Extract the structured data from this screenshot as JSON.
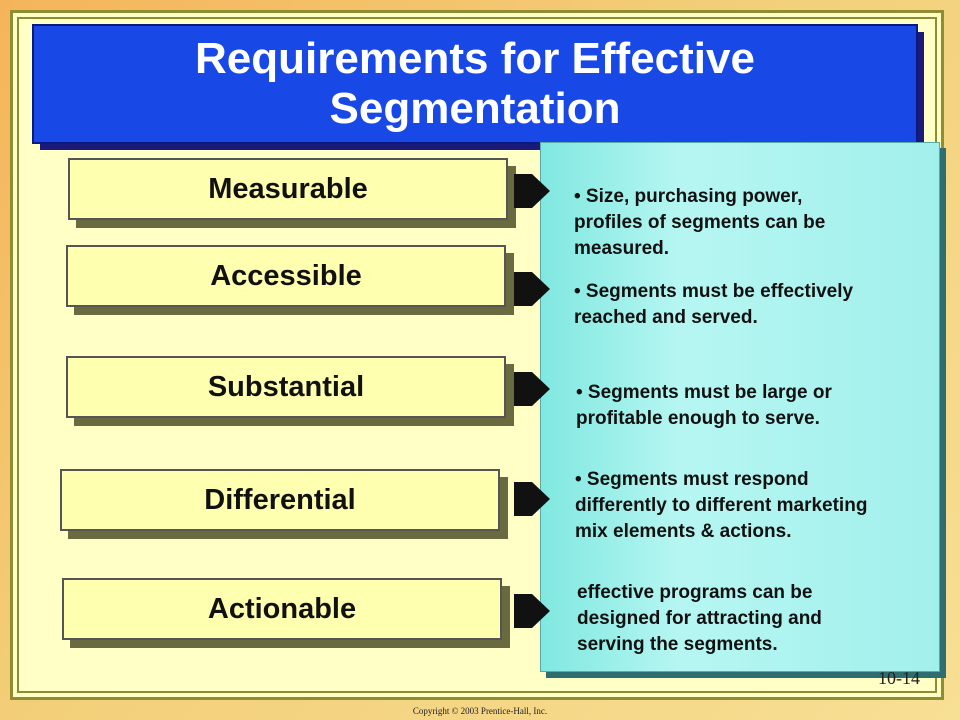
{
  "slide": {
    "title": "Requirements for Effective Segmentation",
    "page_number": "10-14",
    "copyright": "Copyright © 2003 Prentice-Hall, Inc."
  },
  "requirements": [
    {
      "label": "Measurable",
      "description": "• Size, purchasing power,\nprofiles of segments can be\nmeasured."
    },
    {
      "label": "Accessible",
      "description": "• Segments must be effectively\n reached and served."
    },
    {
      "label": "Substantial",
      "description": "• Segments must be large or\nprofitable enough to serve."
    },
    {
      "label": "Differential",
      "description": "• Segments must respond\ndifferently to different marketing\nmix elements & actions."
    },
    {
      "label": "Actionable",
      "description": " effective programs can be\ndesigned for attracting and\nserving the segments."
    }
  ],
  "colors": {
    "title_bg": "#1848e6",
    "label_bg": "#ffffb0",
    "panel_bg": "#a2f0ec",
    "slide_bg": "#ffffc6"
  }
}
